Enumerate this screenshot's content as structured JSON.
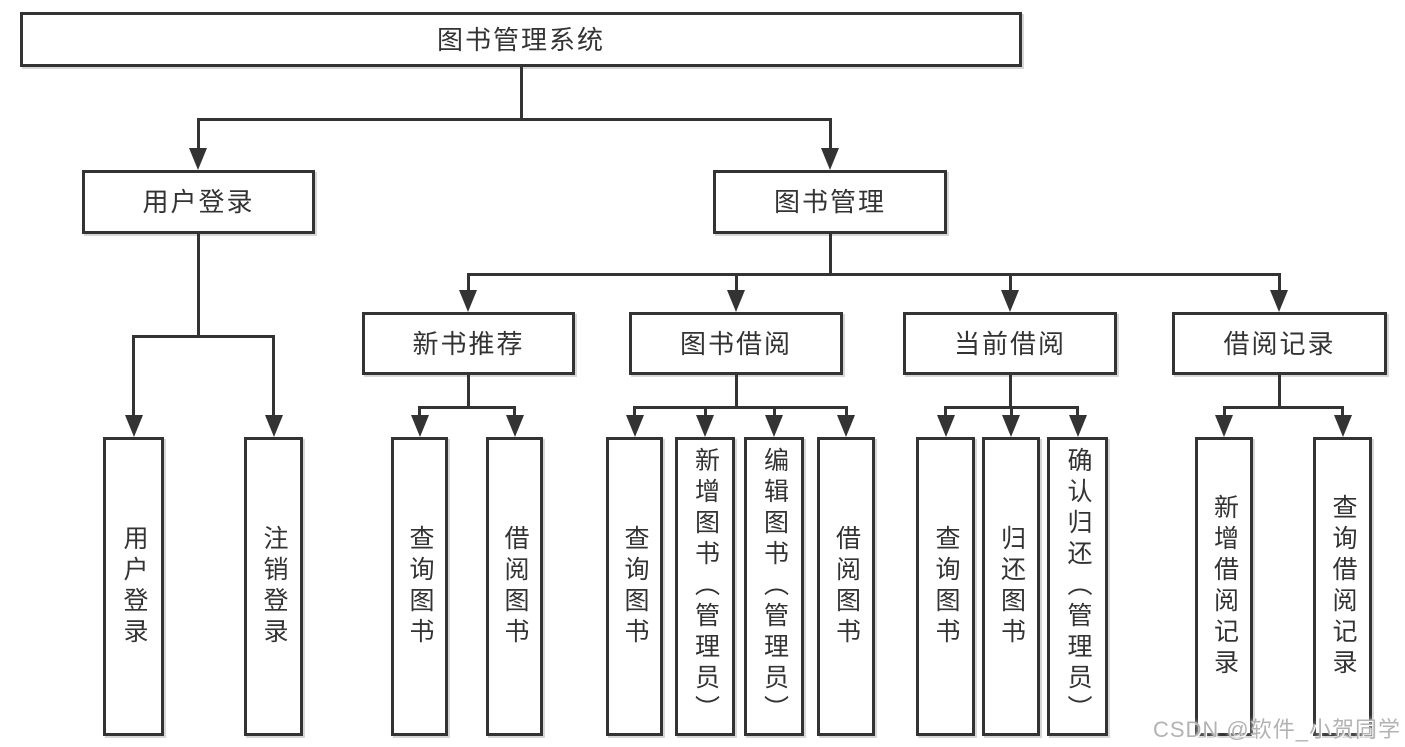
{
  "watermark": "CSDN @软件_小贺同学",
  "tree": {
    "label": "图书管理系统",
    "children": [
      {
        "label": "用户登录",
        "children": [
          {
            "label": "用户登录"
          },
          {
            "label": "注销登录"
          }
        ]
      },
      {
        "label": "图书管理",
        "children": [
          {
            "label": "新书推荐",
            "children": [
              {
                "label": "查询图书"
              },
              {
                "label": "借阅图书"
              }
            ]
          },
          {
            "label": "图书借阅",
            "children": [
              {
                "label": "查询图书"
              },
              {
                "label": "新增图书（管理员）"
              },
              {
                "label": "编辑图书（管理员）"
              },
              {
                "label": "借阅图书"
              }
            ]
          },
          {
            "label": "当前借阅",
            "children": [
              {
                "label": "查询图书"
              },
              {
                "label": "归还图书"
              },
              {
                "label": "确认归还（管理员）"
              }
            ]
          },
          {
            "label": "借阅记录",
            "children": [
              {
                "label": "新增借阅记录"
              },
              {
                "label": "查询借阅记录"
              }
            ]
          }
        ]
      }
    ]
  },
  "colors": {
    "line": "#333333",
    "text": "#333333",
    "background": "#ffffff",
    "watermark": "#b3b3b3"
  }
}
